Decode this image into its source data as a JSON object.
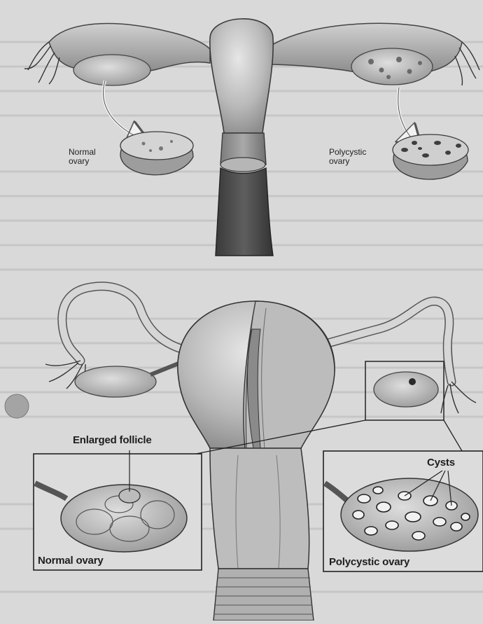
{
  "labels": {
    "top_normal_line1": "Normal",
    "top_normal_line2": "ovary",
    "top_polycystic_line1": "Polycystic",
    "top_polycystic_line2": "ovary",
    "enlarged_follicle": "Enlarged follicle",
    "cysts": "Cysts",
    "inset_normal": "Normal ovary",
    "inset_polycystic": "Polycystic ovary"
  },
  "colors": {
    "page_background": "#d9d9d9",
    "tissue": "#c8c8c8",
    "tissue_dark": "#7a7a7a",
    "ink": "#1e1e1e"
  }
}
